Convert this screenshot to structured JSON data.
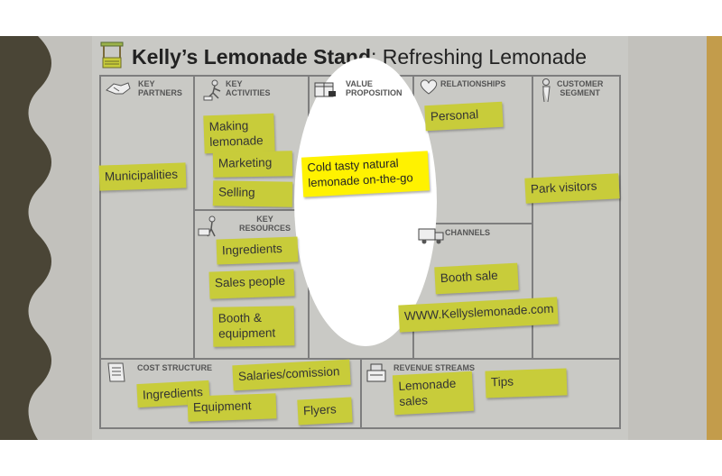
{
  "title": {
    "bold": "Kelly’s Lemonade Stand",
    "rest": ": Refreshing Lemonade"
  },
  "sections": {
    "key_partners": [
      "KEY",
      "PARTNERS"
    ],
    "key_activities": [
      "KEY",
      "ACTIVITIES"
    ],
    "value_proposition": [
      "VALUE",
      "PROPOSITION"
    ],
    "relationships": [
      "RELATIONSHIPS"
    ],
    "customer_segment": [
      "CUSTOMER",
      "SEGMENT"
    ],
    "key_resources": [
      "KEY",
      "RESOURCES"
    ],
    "channels": [
      "CHANNELS"
    ],
    "cost_structure": [
      "COST STRUCTURE"
    ],
    "revenue_streams": [
      "REVENUE STREAMS"
    ]
  },
  "notes": {
    "municipalities": "Municipalities",
    "making_lemonade": [
      "Making",
      "lemonade"
    ],
    "marketing": "Marketing",
    "selling": "Selling",
    "value_prop": [
      "Cold tasty natural",
      "lemonade on-the-go"
    ],
    "personal": "Personal",
    "park_visitors": "Park visitors",
    "ingredients": "Ingredients",
    "sales_people": "Sales people",
    "booth_equipment": [
      "Booth &",
      "equipment"
    ],
    "booth_sale": "Booth sale",
    "website": "WWW.Kellyslemonade.com",
    "cost_ingredients": "Ingredients",
    "salaries": "Salaries/comission",
    "equipment": "Equipment",
    "flyers": "Flyers",
    "lemonade_sales": [
      "Lemonade",
      "sales"
    ],
    "tips": "Tips"
  }
}
